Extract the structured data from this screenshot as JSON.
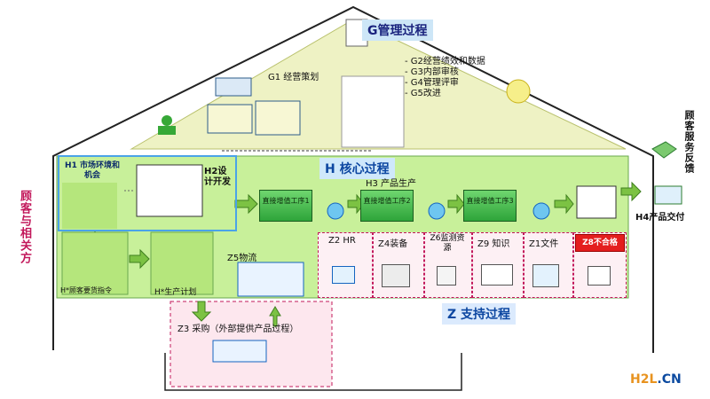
{
  "management": {
    "title": "G管理过程",
    "g1": "G1 经营策划",
    "items": [
      "- G2经营绩效和数据",
      "- G3内部审核",
      "- G4管理评审",
      "- G5改进"
    ]
  },
  "core": {
    "title": "H 核心过程",
    "h1": "H1 市场环境和机会",
    "h2": "H2设计开发",
    "h3": "H3  产品生产",
    "process1": "直接增值工序1",
    "process2": "直接增值工序2",
    "process3": "直接增值工序3",
    "h4": "H4产品交付",
    "order": "H*顾客要货指令",
    "plan": "H*生产计划"
  },
  "support": {
    "title": "Z  支持过程",
    "z5": "Z5物流",
    "z2": "Z2 HR",
    "z4": "Z4装备",
    "z6": "Z6监测资源",
    "z9": "Z9 知识",
    "z1": "Z1文件",
    "z8": "Z8不合格",
    "z3": "Z3 采购（外部提供产品过程）"
  },
  "left_label": "顾客与相关方",
  "right_label": "顾客服务反馈",
  "watermark": {
    "part1": "H2L",
    "part2": ".CN"
  },
  "colors": {
    "roof": "#e8eec0",
    "core": "#c8f09a",
    "support": "#fdf0f4",
    "accent": "#c2185b"
  }
}
